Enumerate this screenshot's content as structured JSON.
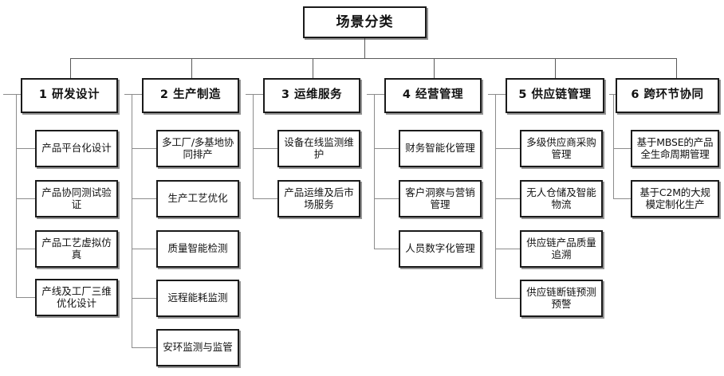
{
  "diagram": {
    "type": "tree",
    "title": "场景分类",
    "root": {
      "label": "场景分类"
    },
    "categories": [
      {
        "index": "1",
        "label": "1 研发设计",
        "name": "研发设计",
        "children": [
          {
            "label": "产品平台化设计"
          },
          {
            "label": "产品协同测试验证"
          },
          {
            "label": "产品工艺虚拟仿真"
          },
          {
            "label": "产线及工厂三维优化设计"
          }
        ]
      },
      {
        "index": "2",
        "label": "2 生产制造",
        "name": "生产制造",
        "children": [
          {
            "label": "多工厂/多基地协同排产"
          },
          {
            "label": "生产工艺优化"
          },
          {
            "label": "质量智能检测"
          },
          {
            "label": "远程能耗监测"
          },
          {
            "label": "安环监测与监管"
          }
        ]
      },
      {
        "index": "3",
        "label": "3 运维服务",
        "name": "运维服务",
        "children": [
          {
            "label": "设备在线监测维护"
          },
          {
            "label": "产品运维及后市场服务"
          }
        ]
      },
      {
        "index": "4",
        "label": "4 经营管理",
        "name": "经营管理",
        "children": [
          {
            "label": "财务智能化管理"
          },
          {
            "label": "客户洞察与营销管理"
          },
          {
            "label": "人员数字化管理"
          }
        ]
      },
      {
        "index": "5",
        "label": "5 供应链管理",
        "name": "供应链管理",
        "children": [
          {
            "label": "多级供应商采购管理"
          },
          {
            "label": "无人仓储及智能物流"
          },
          {
            "label": "供应链产品质量追溯"
          },
          {
            "label": "供应链断链预测预警"
          }
        ]
      },
      {
        "index": "6",
        "label": "6 跨环节协同",
        "name": "跨环节协同",
        "children": [
          {
            "label": "基于MBSE的产品全生命周期管理"
          },
          {
            "label": "基于C2M的大规模定制化生产"
          }
        ]
      }
    ]
  },
  "colors": {
    "background": "#ffffff",
    "box_border": "#1a1a1a",
    "box_fill": "#ffffff",
    "connector": "#8c8c8c",
    "text": "#111111"
  }
}
